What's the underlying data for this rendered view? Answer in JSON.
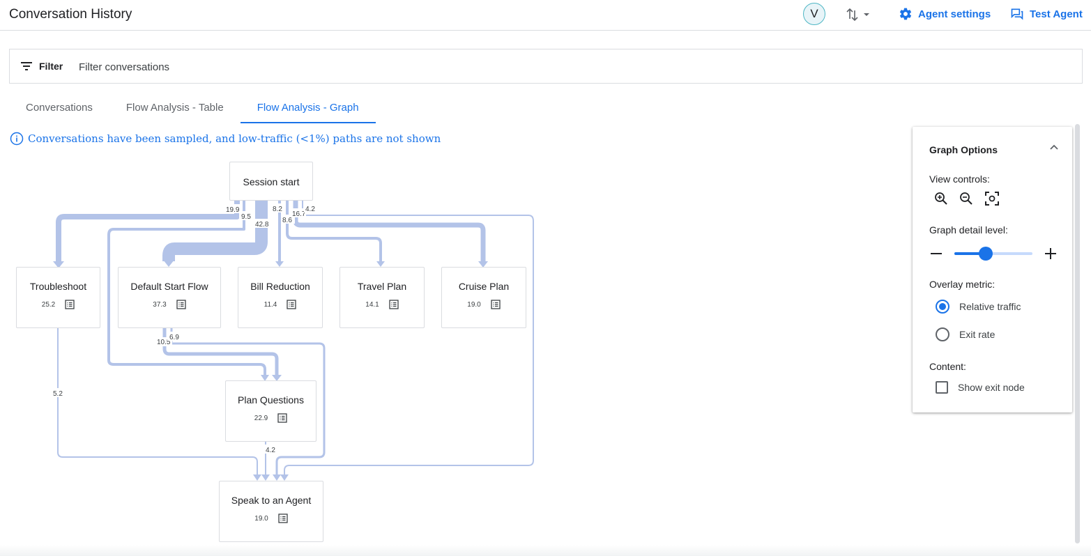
{
  "header": {
    "title": "Conversation History",
    "avatar_letter": "V",
    "agent_settings_label": "Agent settings",
    "test_agent_label": "Test Agent"
  },
  "filter": {
    "button_label": "Filter",
    "placeholder": "Filter conversations"
  },
  "tabs": [
    {
      "label": "Conversations",
      "active": false
    },
    {
      "label": "Flow Analysis - Table",
      "active": false
    },
    {
      "label": "Flow Analysis - Graph",
      "active": true
    }
  ],
  "notice": "Conversations have been sampled, and low-traffic (<1%) paths are not shown",
  "graph": {
    "nodes": {
      "session_start": {
        "label": "Session start"
      },
      "troubleshoot": {
        "label": "Troubleshoot",
        "metric": "25.2"
      },
      "default_start_flow": {
        "label": "Default Start Flow",
        "metric": "37.3"
      },
      "bill_reduction": {
        "label": "Bill Reduction",
        "metric": "11.4"
      },
      "travel_plan": {
        "label": "Travel Plan",
        "metric": "14.1"
      },
      "cruise_plan": {
        "label": "Cruise Plan",
        "metric": "19.0"
      },
      "plan_questions": {
        "label": "Plan Questions",
        "metric": "22.9"
      },
      "speak_to_agent": {
        "label": "Speak to an Agent",
        "metric": "19.0"
      }
    },
    "edges": {
      "start_troubleshoot": "19.9",
      "start_plan_questions": "9.5",
      "start_default": "42.8",
      "start_bill": "8.2",
      "start_travel": "8.6",
      "start_cruise": "16.7",
      "start_agent": "4.2",
      "default_plan_questions": "10.5",
      "default_agent": "6.9",
      "troubleshoot_agent": "5.2",
      "plan_questions_agent": "4.2"
    }
  },
  "graph_options": {
    "title": "Graph Options",
    "view_controls_label": "View controls:",
    "detail_level_label": "Graph detail level:",
    "detail_level": 0.4,
    "overlay_metric_label": "Overlay metric:",
    "overlay_options": [
      "Relative traffic",
      "Exit rate"
    ],
    "overlay_selected": "Relative traffic",
    "content_label": "Content:",
    "show_exit_node_label": "Show exit node",
    "show_exit_node": false
  },
  "colors": {
    "accent": "#1a73e8",
    "edge": "#b3c3e8"
  },
  "icons": [
    "filter-icon",
    "info-icon",
    "gear-icon",
    "chat-icon",
    "sort-icon",
    "zoom-in-icon",
    "zoom-out-icon",
    "fit-icon",
    "list-icon"
  ]
}
